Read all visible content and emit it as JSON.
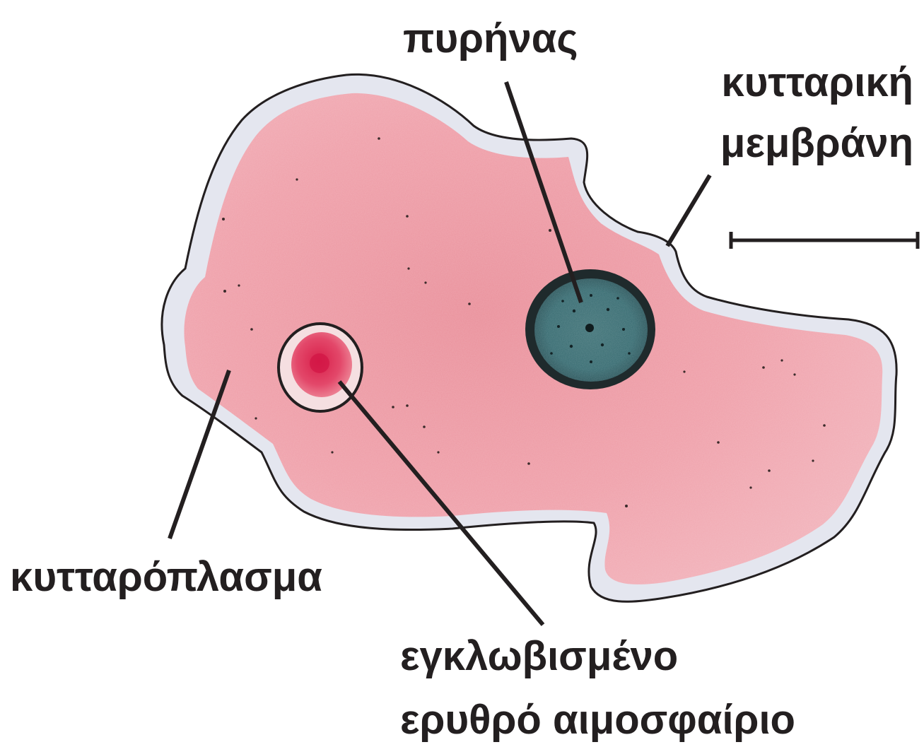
{
  "diagram": {
    "labels": {
      "nucleus": "πυρήνας",
      "membrane_line1": "κυτταρική",
      "membrane_line2": "μεμβράνη",
      "cytoplasm": "κυτταρόπλασμα",
      "rbc_line1": "εγκλωβισμένο",
      "rbc_line2": "ερυθρό αιμοσφαίριο"
    },
    "colors": {
      "cytoplasm": "#ec9aa3",
      "cytoplasm_light": "#f3c3c8",
      "membrane_halo": "#e3e5ef",
      "outline": "#231f20",
      "nucleus": "#2e5c63",
      "rbc": "#e0405f",
      "rbc_halo": "#f4d6d8"
    }
  }
}
